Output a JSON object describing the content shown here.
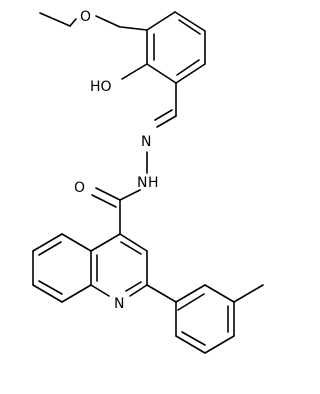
{
  "atoms": {
    "ethoxy_o": "O",
    "hydroxyl": "HO",
    "imine_n": "N",
    "amide_nh": "N",
    "amide_h": "H",
    "carbonyl_o": "O",
    "quinoline_n": "N"
  },
  "colors": {
    "bond": "#000000",
    "label": "#000000",
    "background": "#ffffff"
  }
}
